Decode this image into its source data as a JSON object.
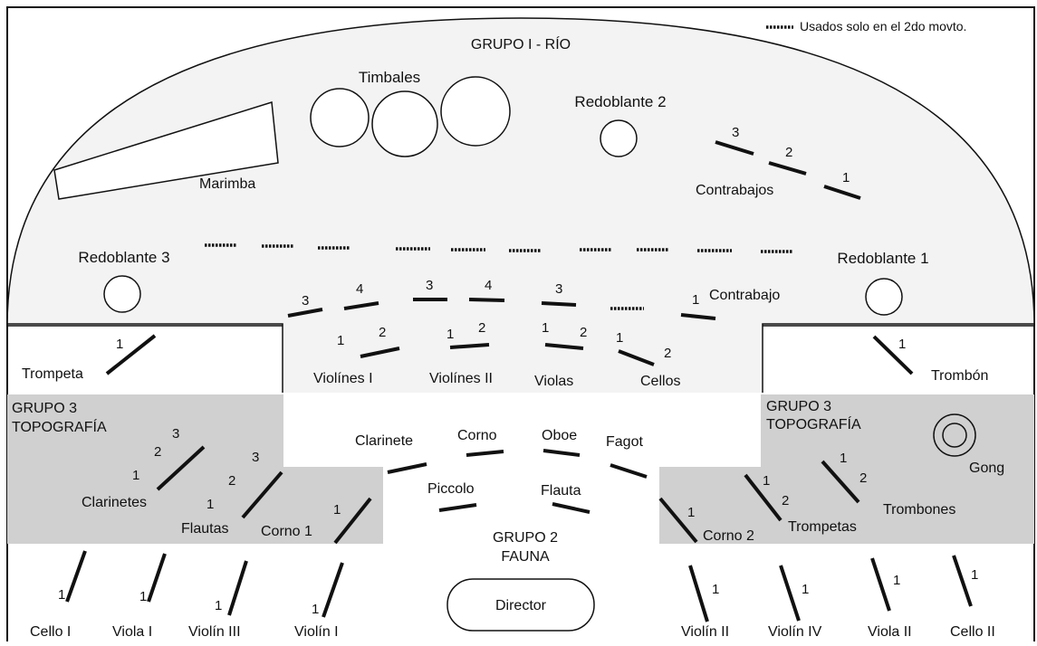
{
  "legend": {
    "text": "Usados solo en el 2do movto."
  },
  "groups": {
    "rio": "GRUPO I - RÍO",
    "fauna_line1": "GRUPO 2",
    "fauna_line2": "FAUNA",
    "topo_left_line1": "GRUPO 3",
    "topo_left_line2": "TOPOGRAFÍA",
    "topo_right_line1": "GRUPO 3",
    "topo_right_line2": "TOPOGRAFÍA"
  },
  "labels": {
    "timbales": "Timbales",
    "marimba": "Marimba",
    "redoblante2": "Redoblante 2",
    "redoblante3": "Redoblante 3",
    "redoblante1": "Redoblante 1",
    "contrabajos": "Contrabajos",
    "contrabajo": "Contrabajo",
    "violines1": "Violínes I",
    "violines2": "Violínes II",
    "violas": "Violas",
    "cellos": "Cellos",
    "trompeta": "Trompeta",
    "trombon": "Trombón",
    "clarinete": "Clarinete",
    "corno": "Corno",
    "oboe": "Oboe",
    "fagot": "Fagot",
    "piccolo": "Piccolo",
    "flauta": "Flauta",
    "clarinetes": "Clarinetes",
    "flautas": "Flautas",
    "corno1": "Corno 1",
    "corno2": "Corno 2",
    "trompetas": "Trompetas",
    "trombones": "Trombones",
    "gong": "Gong",
    "director": "Director",
    "cello_i": "Cello I",
    "viola_i": "Viola I",
    "violin_iii": "Violín III",
    "violin_i": "Violín I",
    "violin_ii": "Violín II",
    "violin_iv": "Violín IV",
    "viola_ii": "Viola II",
    "cello_ii": "Cello II"
  },
  "numbers": {
    "n1": "1",
    "n2": "2",
    "n3": "3",
    "n4": "4"
  },
  "colors": {
    "stage_fill": "#f3f3f3",
    "side_fill": "#d0d0d0",
    "line": "#111111",
    "background": "#ffffff"
  }
}
